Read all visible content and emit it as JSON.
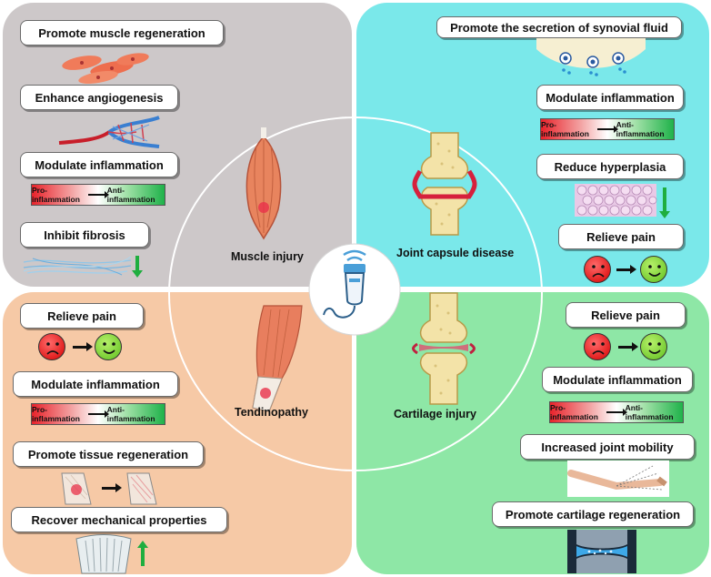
{
  "center": {
    "device_icon": "ultrasound-transducer-icon"
  },
  "quadrants": {
    "muscle": {
      "title": "Muscle injury",
      "effects": [
        "Promote muscle regeneration",
        "Enhance angiogenesis",
        "Modulate inflammation",
        "Inhibit fibrosis"
      ],
      "color": "#cdc8c9"
    },
    "joint_capsule": {
      "title": "Joint capsule disease",
      "effects": [
        "Promote the secretion of synovial fluid",
        "Modulate inflammation",
        "Reduce hyperplasia",
        "Relieve pain"
      ],
      "color": "#7ae8ea"
    },
    "tendon": {
      "title": "Tendinopathy",
      "effects": [
        "Relieve pain",
        "Modulate inflammation",
        "Promote tissue regeneration",
        "Recover mechanical properties"
      ],
      "color": "#f6c9a6"
    },
    "cartilage": {
      "title": "Cartilage injury",
      "effects": [
        "Relieve pain",
        "Modulate inflammation",
        "Increased  joint mobility",
        "Promote cartilage regeneration"
      ],
      "color": "#8ee7a6"
    }
  },
  "inflammation_bar": {
    "from": "Pro-inflammation",
    "to": "Anti-inflammation"
  }
}
